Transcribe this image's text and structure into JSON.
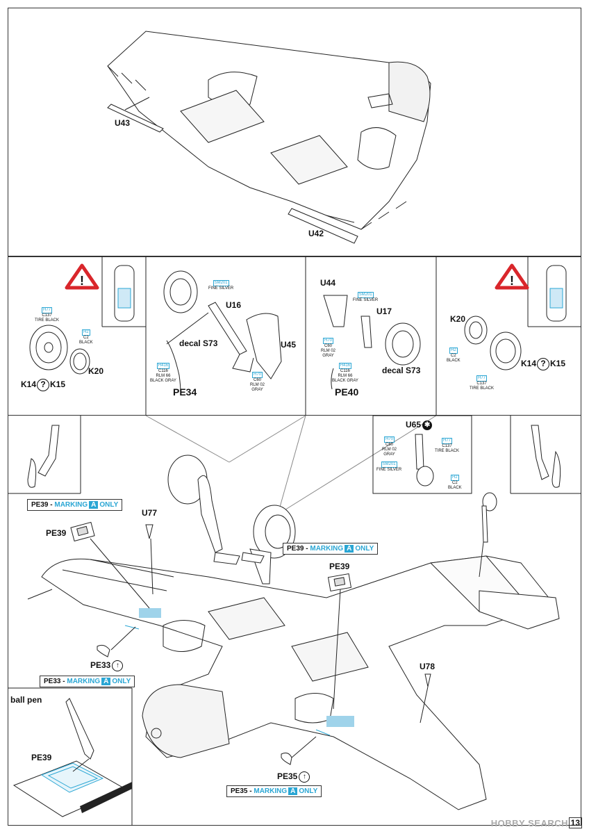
{
  "step1": {
    "u43": "U43",
    "u42": "U42"
  },
  "left_panel": {
    "paint_top": [
      "H77",
      "C137",
      "TIRE BLACK"
    ],
    "paint_hub": [
      "H2",
      "C2",
      "BLACK"
    ],
    "k20": "K20",
    "k14": "K14",
    "k15": "K15"
  },
  "left_gear_panel": {
    "sm201": [
      "SM201",
      "FINE SILVER"
    ],
    "u16": "U16",
    "decal": "decal S73",
    "u45": "U45",
    "h416": [
      "H416",
      "C116",
      "RLM 66",
      "BLACK GRAY"
    ],
    "h70": [
      "H70",
      "C60",
      "RLM 02",
      "GRAY"
    ],
    "pe34": "PE34"
  },
  "right_gear_panel": {
    "u44": "U44",
    "sm201": [
      "SM201",
      "FINE SILVER"
    ],
    "u17": "U17",
    "h70": [
      "H70",
      "C60",
      "RLM 02",
      "GRAY"
    ],
    "h416": [
      "H416",
      "C116",
      "RLM 66",
      "BLACK GRAY"
    ],
    "decal": "decal S73",
    "pe40": "PE40"
  },
  "right_panel": {
    "k20": "K20",
    "paint_hub": [
      "H2",
      "C2",
      "BLACK"
    ],
    "paint_tire": [
      "H77",
      "C137",
      "TIRE BLACK"
    ],
    "k14": "K14",
    "k15": "K15"
  },
  "tail_panel": {
    "u65": "U65",
    "h70": [
      "H70",
      "C60",
      "RLM 02",
      "GRAY"
    ],
    "h77": [
      "H77",
      "C137",
      "TIRE BLACK"
    ],
    "sm201": [
      "SM201",
      "FINE SILVER"
    ],
    "h2": [
      "H2",
      "C2",
      "BLACK"
    ]
  },
  "main": {
    "note_pe39_left": {
      "pre": "PE39 - ",
      "mark": "MARKING",
      "letter": "A",
      "post": "ONLY"
    },
    "note_pe39_right": {
      "pre": "PE39 - ",
      "mark": "MARKING",
      "letter": "A",
      "post": "ONLY"
    },
    "note_pe33": {
      "pre": "PE33 - ",
      "mark": "MARKING",
      "letter": "A",
      "post": "ONLY"
    },
    "note_pe35": {
      "pre": "PE35 - ",
      "mark": "MARKING",
      "letter": "A",
      "post": "ONLY"
    },
    "pe39_a": "PE39",
    "u77": "U77",
    "pe39_b": "PE39",
    "pe33": "PE33",
    "u78": "U78",
    "pe35": "PE35"
  },
  "inset": {
    "ball_pen": "ball pen",
    "pe39": "PE39"
  },
  "footer": {
    "watermark": "HOBBY SEARCH",
    "page": "13"
  },
  "colors": {
    "accent": "#2aa6d4",
    "warning": "#d9262b",
    "line": "#222222"
  }
}
